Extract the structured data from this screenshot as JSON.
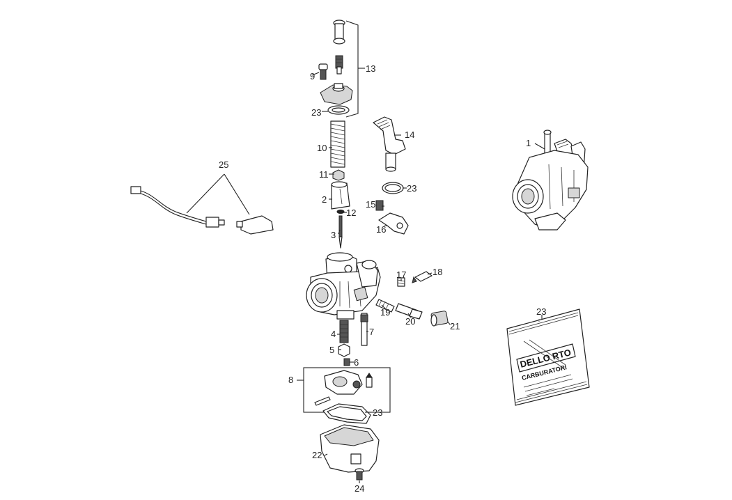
{
  "callouts": {
    "c1": "1",
    "c2": "2",
    "c3": "3",
    "c4": "4",
    "c5": "5",
    "c6": "6",
    "c7": "7",
    "c8": "8",
    "c9": "9",
    "c10": "10",
    "c11": "11",
    "c12": "12",
    "c13": "13",
    "c14": "14",
    "c15": "15",
    "c16": "16",
    "c17": "17",
    "c18": "18",
    "c19": "19",
    "c20": "20",
    "c21": "21",
    "c22": "22",
    "c23a": "23",
    "c23b": "23",
    "c23c": "23",
    "c23d": "23",
    "c24": "24",
    "c25": "25"
  },
  "manual": {
    "brand": "DELLO RTO",
    "subtitle": "CARBURATORI"
  }
}
